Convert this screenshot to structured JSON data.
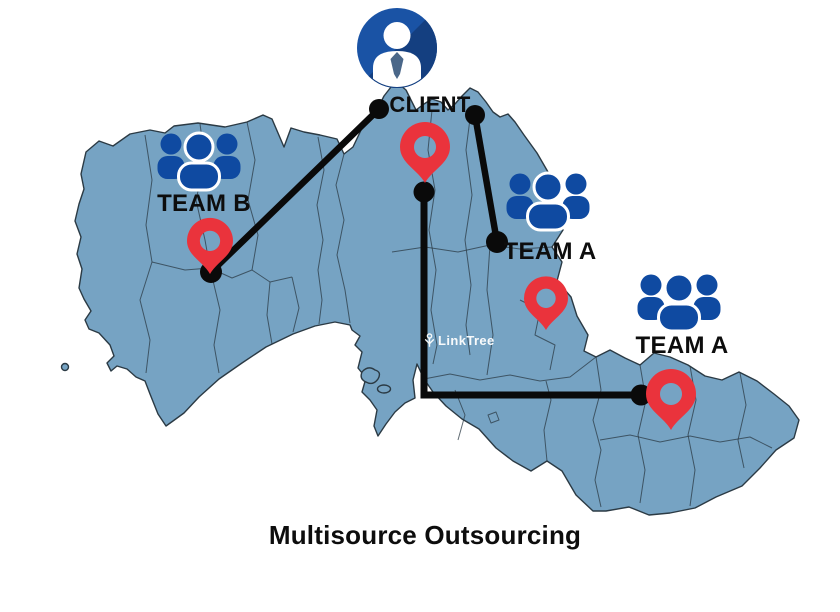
{
  "caption": {
    "title": "Multisource Outsourcing"
  },
  "watermark": {
    "text": "LinkTree",
    "icon": "linktree-logo-icon"
  },
  "nodes": {
    "client": {
      "label": "CLIENT",
      "icon": "client-avatar-icon"
    },
    "team_b": {
      "label": "TEAM B",
      "icon": "team-people-icon"
    },
    "team_a_north": {
      "label": "TEAM A",
      "icon": "team-people-icon"
    },
    "team_a_east": {
      "label": "TEAM A",
      "icon": "team-people-icon"
    }
  },
  "connections": [
    {
      "from": "CLIENT",
      "to": "TEAM B"
    },
    {
      "from": "CLIENT",
      "to": "TEAM A"
    },
    {
      "from": "pin-center",
      "to": "TEAM A"
    }
  ],
  "pins": {
    "count": 4,
    "icon": "location-pin-icon"
  },
  "colors": {
    "background": "#ffffff",
    "map_fill": "#76a3c3",
    "map_border": "#2b3a44",
    "team_icon_blue": "#0f4aa1",
    "client_blue": "#1a53a5",
    "client_shadow_blue": "#143f80",
    "pin_red": "#ea333c",
    "connector_black": "#0a0a0a",
    "label_black": "#0d0d0d",
    "watermark_white": "#ffffff"
  }
}
